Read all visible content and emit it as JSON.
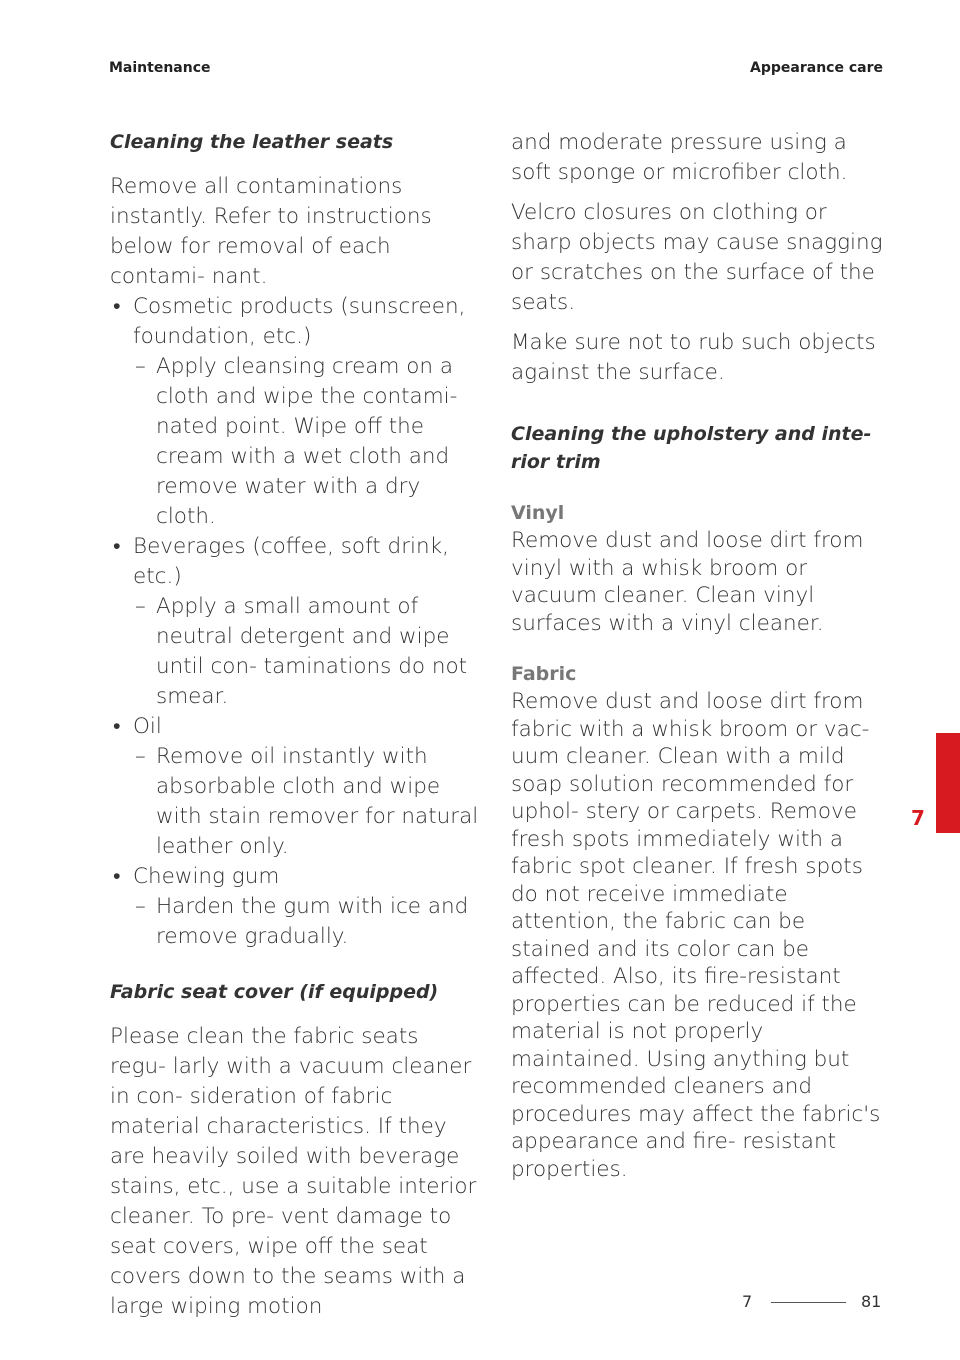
{
  "header": {
    "left": "Maintenance",
    "right": "Appearance care"
  },
  "left_column": {
    "section1_title": "Cleaning the leather seats",
    "section1_intro": "Remove all contaminations instantly. Refer to instructions below for removal of each contami- nant.",
    "items": [
      {
        "bullet": "•",
        "label": "Cosmetic products (sunscreen, foundation, etc.)",
        "dash": "–",
        "detail": "Apply cleansing cream on a cloth and wipe the contami- nated point. Wipe off the cream with a wet cloth and remove water with a dry cloth."
      },
      {
        "bullet": "•",
        "label": "Beverages (coffee, soft drink, etc.)",
        "dash": "–",
        "detail": "Apply a small amount of neutral detergent and wipe until con- taminations do not smear."
      },
      {
        "bullet": "•",
        "label": "Oil",
        "dash": "–",
        "detail": "Remove oil instantly with absorbable cloth and wipe with stain remover for natural leather only."
      },
      {
        "bullet": "•",
        "label": "Chewing gum",
        "dash": "–",
        "detail": "Harden the gum with ice and remove gradually."
      }
    ],
    "section2_title": "Fabric seat cover (if equipped)",
    "section2_text": "Please clean the fabric seats regu- larly with a vacuum cleaner in con- sideration of fabric material characteristics. If they are heavily soiled with beverage stains, etc., use a suitable interior cleaner. To pre- vent damage to seat covers, wipe off the seat covers down to the seams with a large wiping motion"
  },
  "right_column": {
    "cont_text": "and moderate pressure using a soft sponge or microfiber cloth.",
    "velcro_text": "Velcro closures on clothing or sharp objects may cause snagging or scratches on the surface of the seats.",
    "rub_text": "Make sure not to rub such objects against the surface.",
    "section3_title": "Cleaning the upholstery and inte- rior trim",
    "vinyl_title": "Vinyl",
    "vinyl_text": "Remove dust and loose dirt from vinyl with a whisk broom or vacuum cleaner. Clean vinyl surfaces with a vinyl cleaner.",
    "fabric_title": "Fabric",
    "fabric_text": "Remove dust and loose dirt from fabric with a whisk broom or vac- uum cleaner. Clean with a mild soap solution recommended for uphol- stery or carpets. Remove fresh spots immediately with a fabric spot cleaner. If fresh spots do not receive immediate attention, the fabric can be stained and its color can be affected. Also, its fire-resistant properties can be reduced if the material is not properly maintained. Using anything but recommended cleaners and procedures may affect the fabric's appearance and fire- resistant properties."
  },
  "side_tab": {
    "chapter": "7",
    "color": "#d71920"
  },
  "footer": {
    "chapter": "7",
    "page": "81"
  }
}
